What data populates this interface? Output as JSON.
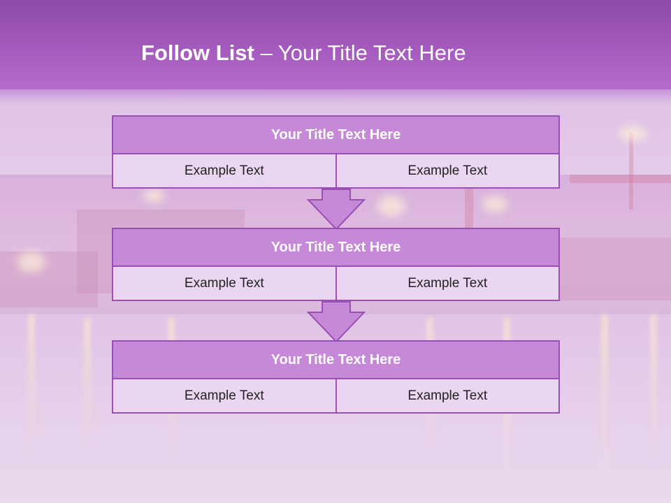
{
  "slide": {
    "title_bold": "Follow List",
    "title_rest": " – Your Title Text Here"
  },
  "steps": [
    {
      "title": "Your Title Text Here",
      "left": "Example Text",
      "right": "Example Text"
    },
    {
      "title": "Your Title Text Here",
      "left": "Example Text",
      "right": "Example Text"
    },
    {
      "title": "Your Title Text Here",
      "left": "Example Text",
      "right": "Example Text"
    }
  ],
  "colors": {
    "banner": "#a55bbd",
    "header_fill": "#c689d8",
    "border": "#9b4fb4",
    "cell_fill": "#ead6f0",
    "arrow_fill": "#c689d8"
  },
  "icons": {
    "connector": "down-arrow-icon"
  }
}
